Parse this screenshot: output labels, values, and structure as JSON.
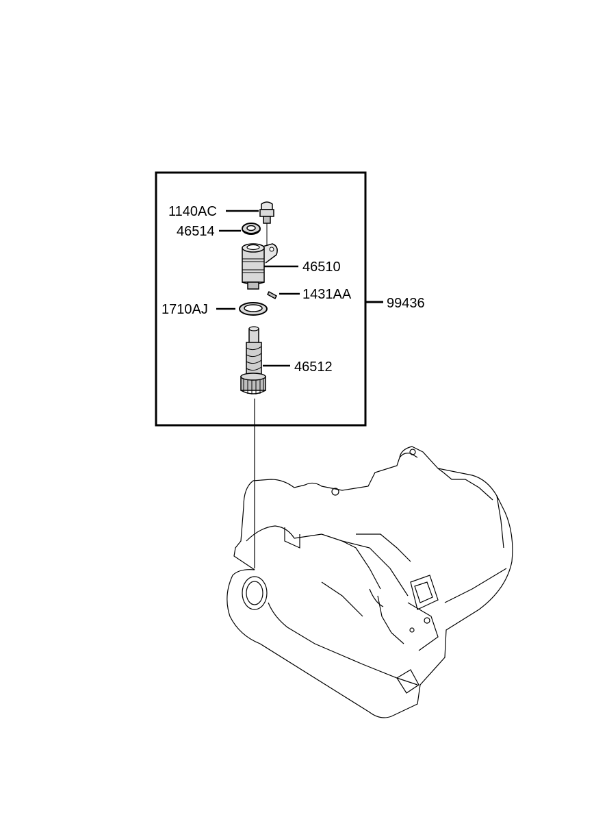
{
  "diagram": {
    "colors": {
      "ink": "#000000",
      "background": "#ffffff",
      "part_fill": "#d9d9d9"
    },
    "labels": {
      "bolt": "1140AC",
      "oring": "46514",
      "sleeve": "46510",
      "pin": "1431AA",
      "gasket": "1710AJ",
      "gear": "46512",
      "assembly": "99436"
    }
  }
}
